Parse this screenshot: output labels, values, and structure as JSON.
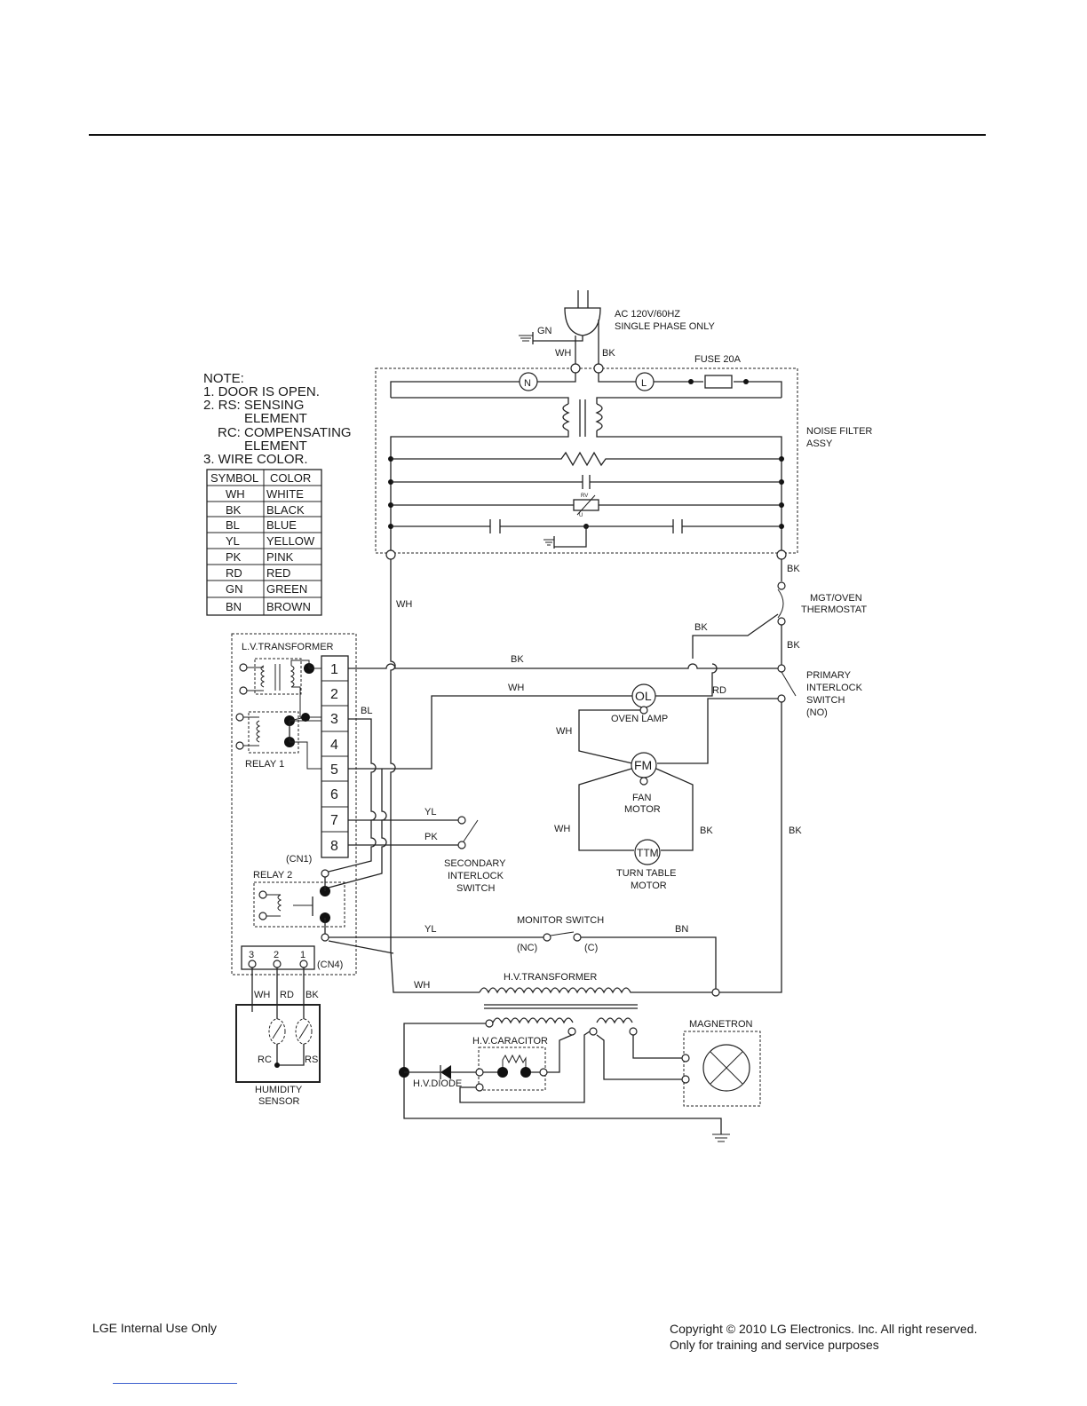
{
  "power": {
    "supply_line1": "AC 120V/60HZ",
    "supply_line2": "SINGLE PHASE ONLY",
    "fuse": "FUSE 20A",
    "neutral": "N",
    "line": "L",
    "rv": "RV",
    "rv_sub": "U"
  },
  "notes": {
    "title": "NOTE:",
    "line1": "1. DOOR IS OPEN.",
    "line2": "2. RS: SENSING",
    "line3": "ELEMENT",
    "line4": "RC: COMPENSATING",
    "line5": "ELEMENT",
    "line6": "3. WIRE COLOR."
  },
  "wire_colors": {
    "header_symbol": "SYMBOL",
    "header_color": "COLOR",
    "rows": [
      {
        "symbol": "WH",
        "color": "WHITE"
      },
      {
        "symbol": "BK",
        "color": "BLACK"
      },
      {
        "symbol": "BL",
        "color": "BLUE"
      },
      {
        "symbol": "YL",
        "color": "YELLOW"
      },
      {
        "symbol": "PK",
        "color": "PINK"
      },
      {
        "symbol": "RD",
        "color": "RED"
      },
      {
        "symbol": "GN",
        "color": "GREEN"
      },
      {
        "symbol": "BN",
        "color": "BROWN"
      }
    ]
  },
  "components": {
    "noise_filter_1": "NOISE FILTER",
    "noise_filter_2": "ASSY",
    "thermostat_1": "MGT/OVEN",
    "thermostat_2": "THERMOSTAT",
    "primary_1": "PRIMARY",
    "primary_2": "INTERLOCK",
    "primary_3": "SWITCH",
    "primary_4": "(NO)",
    "lv_transformer": "L.V.TRANSFORMER",
    "relay1": "RELAY 1",
    "relay2": "RELAY 2",
    "cn1": "(CN1)",
    "cn4": "(CN4)",
    "oven_lamp_symbol": "OL",
    "oven_lamp": "OVEN LAMP",
    "fan_symbol": "FM",
    "fan_1": "FAN",
    "fan_2": "MOTOR",
    "ttm_symbol": "TTM",
    "ttm_1": "TURN TABLE",
    "ttm_2": "MOTOR",
    "secondary_1": "SECONDARY",
    "secondary_2": "INTERLOCK",
    "secondary_3": "SWITCH",
    "monitor": "MONITOR SWITCH",
    "monitor_nc": "(NC)",
    "monitor_c": "(C)",
    "hv_transformer": "H.V.TRANSFORMER",
    "hv_capacitor": "H.V.CARACITOR",
    "hv_diode": "H.V.DIODE",
    "magnetron": "MAGNETRON",
    "humidity_1": "HUMIDITY",
    "humidity_2": "SENSOR",
    "rc": "RC",
    "rs": "RS"
  },
  "connector_pins": [
    "1",
    "2",
    "3",
    "4",
    "5",
    "6",
    "7",
    "8"
  ],
  "cn4_pins": [
    "3",
    "2",
    "1"
  ],
  "wire_labels": {
    "gn": "GN",
    "wh": "WH",
    "bk": "BK",
    "bl": "BL",
    "yl": "YL",
    "pk": "PK",
    "rd": "RD",
    "bn": "BN"
  },
  "footer": {
    "left": "LGE Internal Use Only",
    "right_1": "Copyright © 2010 LG Electronics. Inc. All right reserved.",
    "right_2": "Only for training and service purposes"
  }
}
